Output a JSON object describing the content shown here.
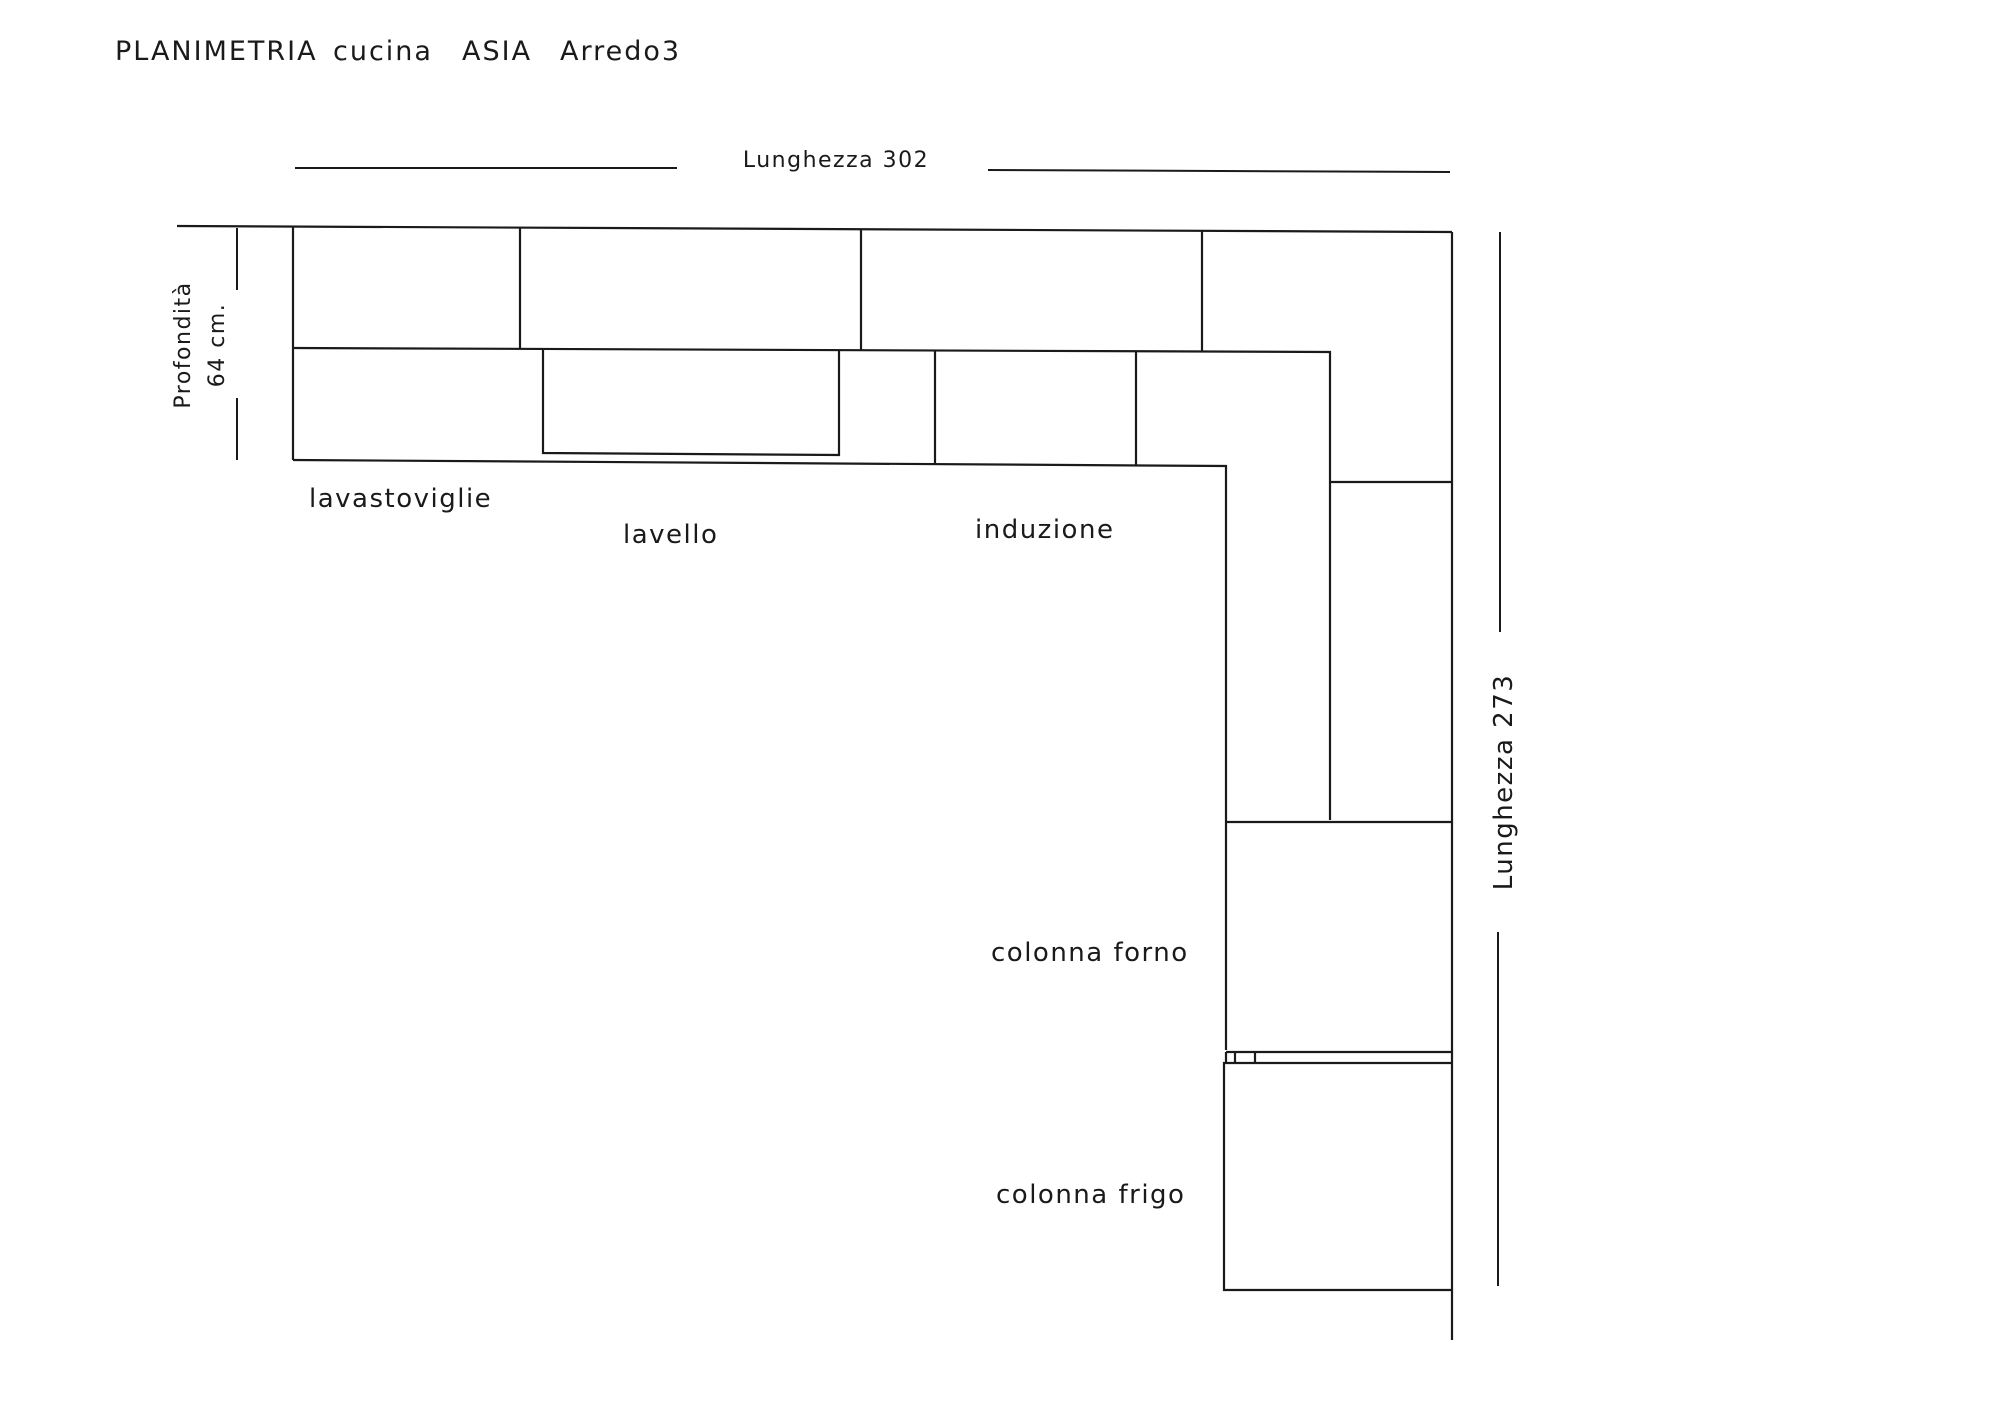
{
  "header": {
    "title_parts": [
      "PLANIMETRIA",
      "cucina",
      "ASIA",
      "Arredo3"
    ]
  },
  "dimensions": {
    "top_length": "Lunghezza 302",
    "right_length": "Lunghezza 273",
    "depth_line1": "Profondità",
    "depth_line2": "64 cm."
  },
  "labels": {
    "dishwasher": "lavastoviglie",
    "sink": "lavello",
    "induction": "induzione",
    "oven_column": "colonna forno",
    "fridge_column": "colonna frigo"
  },
  "colors": {
    "ink": "#1a1a1a",
    "paper": "#ffffff"
  }
}
